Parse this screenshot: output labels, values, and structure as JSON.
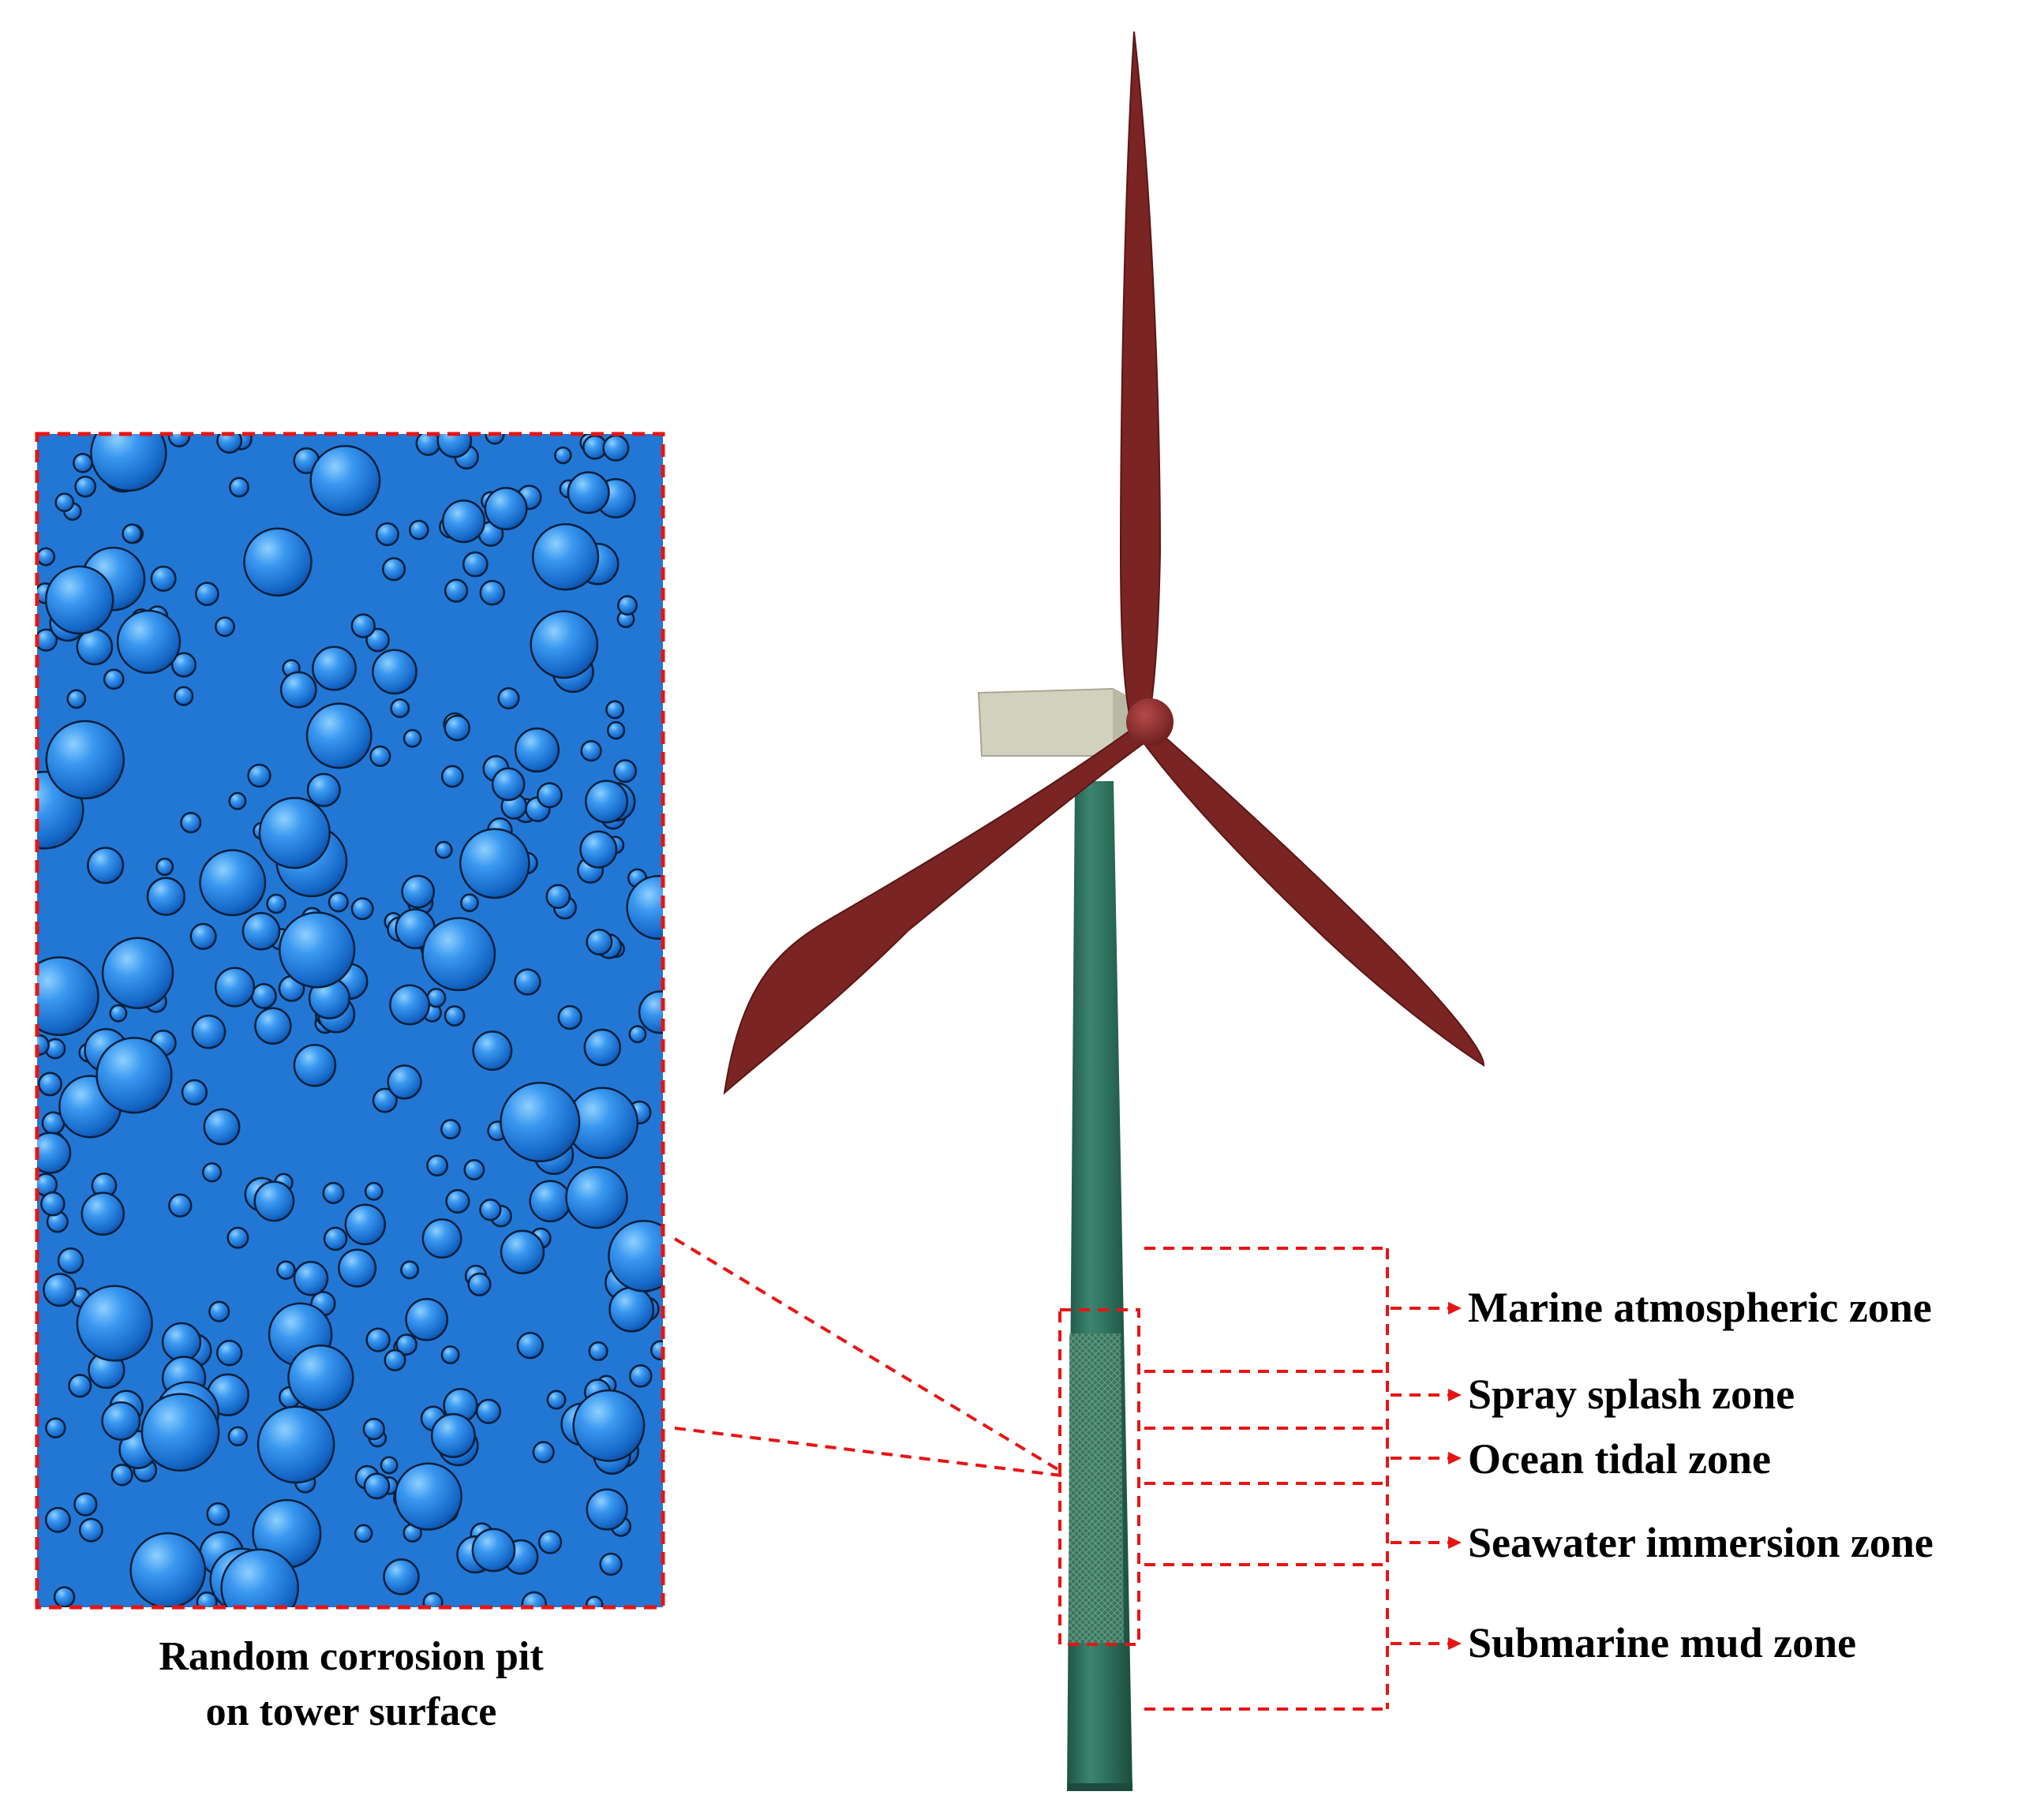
{
  "colors": {
    "pit_panel": "#2277d4",
    "pit_outline": "#0a1f3a",
    "tower": "#2c6b57",
    "blade": "#7b2424",
    "nacelle": "#d2d1be",
    "leader_lines": "#e81414"
  },
  "caption": {
    "line1": "Random corrosion pit",
    "line2": "on tower surface"
  },
  "zones": [
    {
      "label": "Marine atmospheric zone"
    },
    {
      "label": "Spray splash zone"
    },
    {
      "label": "Ocean tidal zone"
    },
    {
      "label": "Seawater immersion zone"
    },
    {
      "label": "Submarine mud zone"
    }
  ]
}
